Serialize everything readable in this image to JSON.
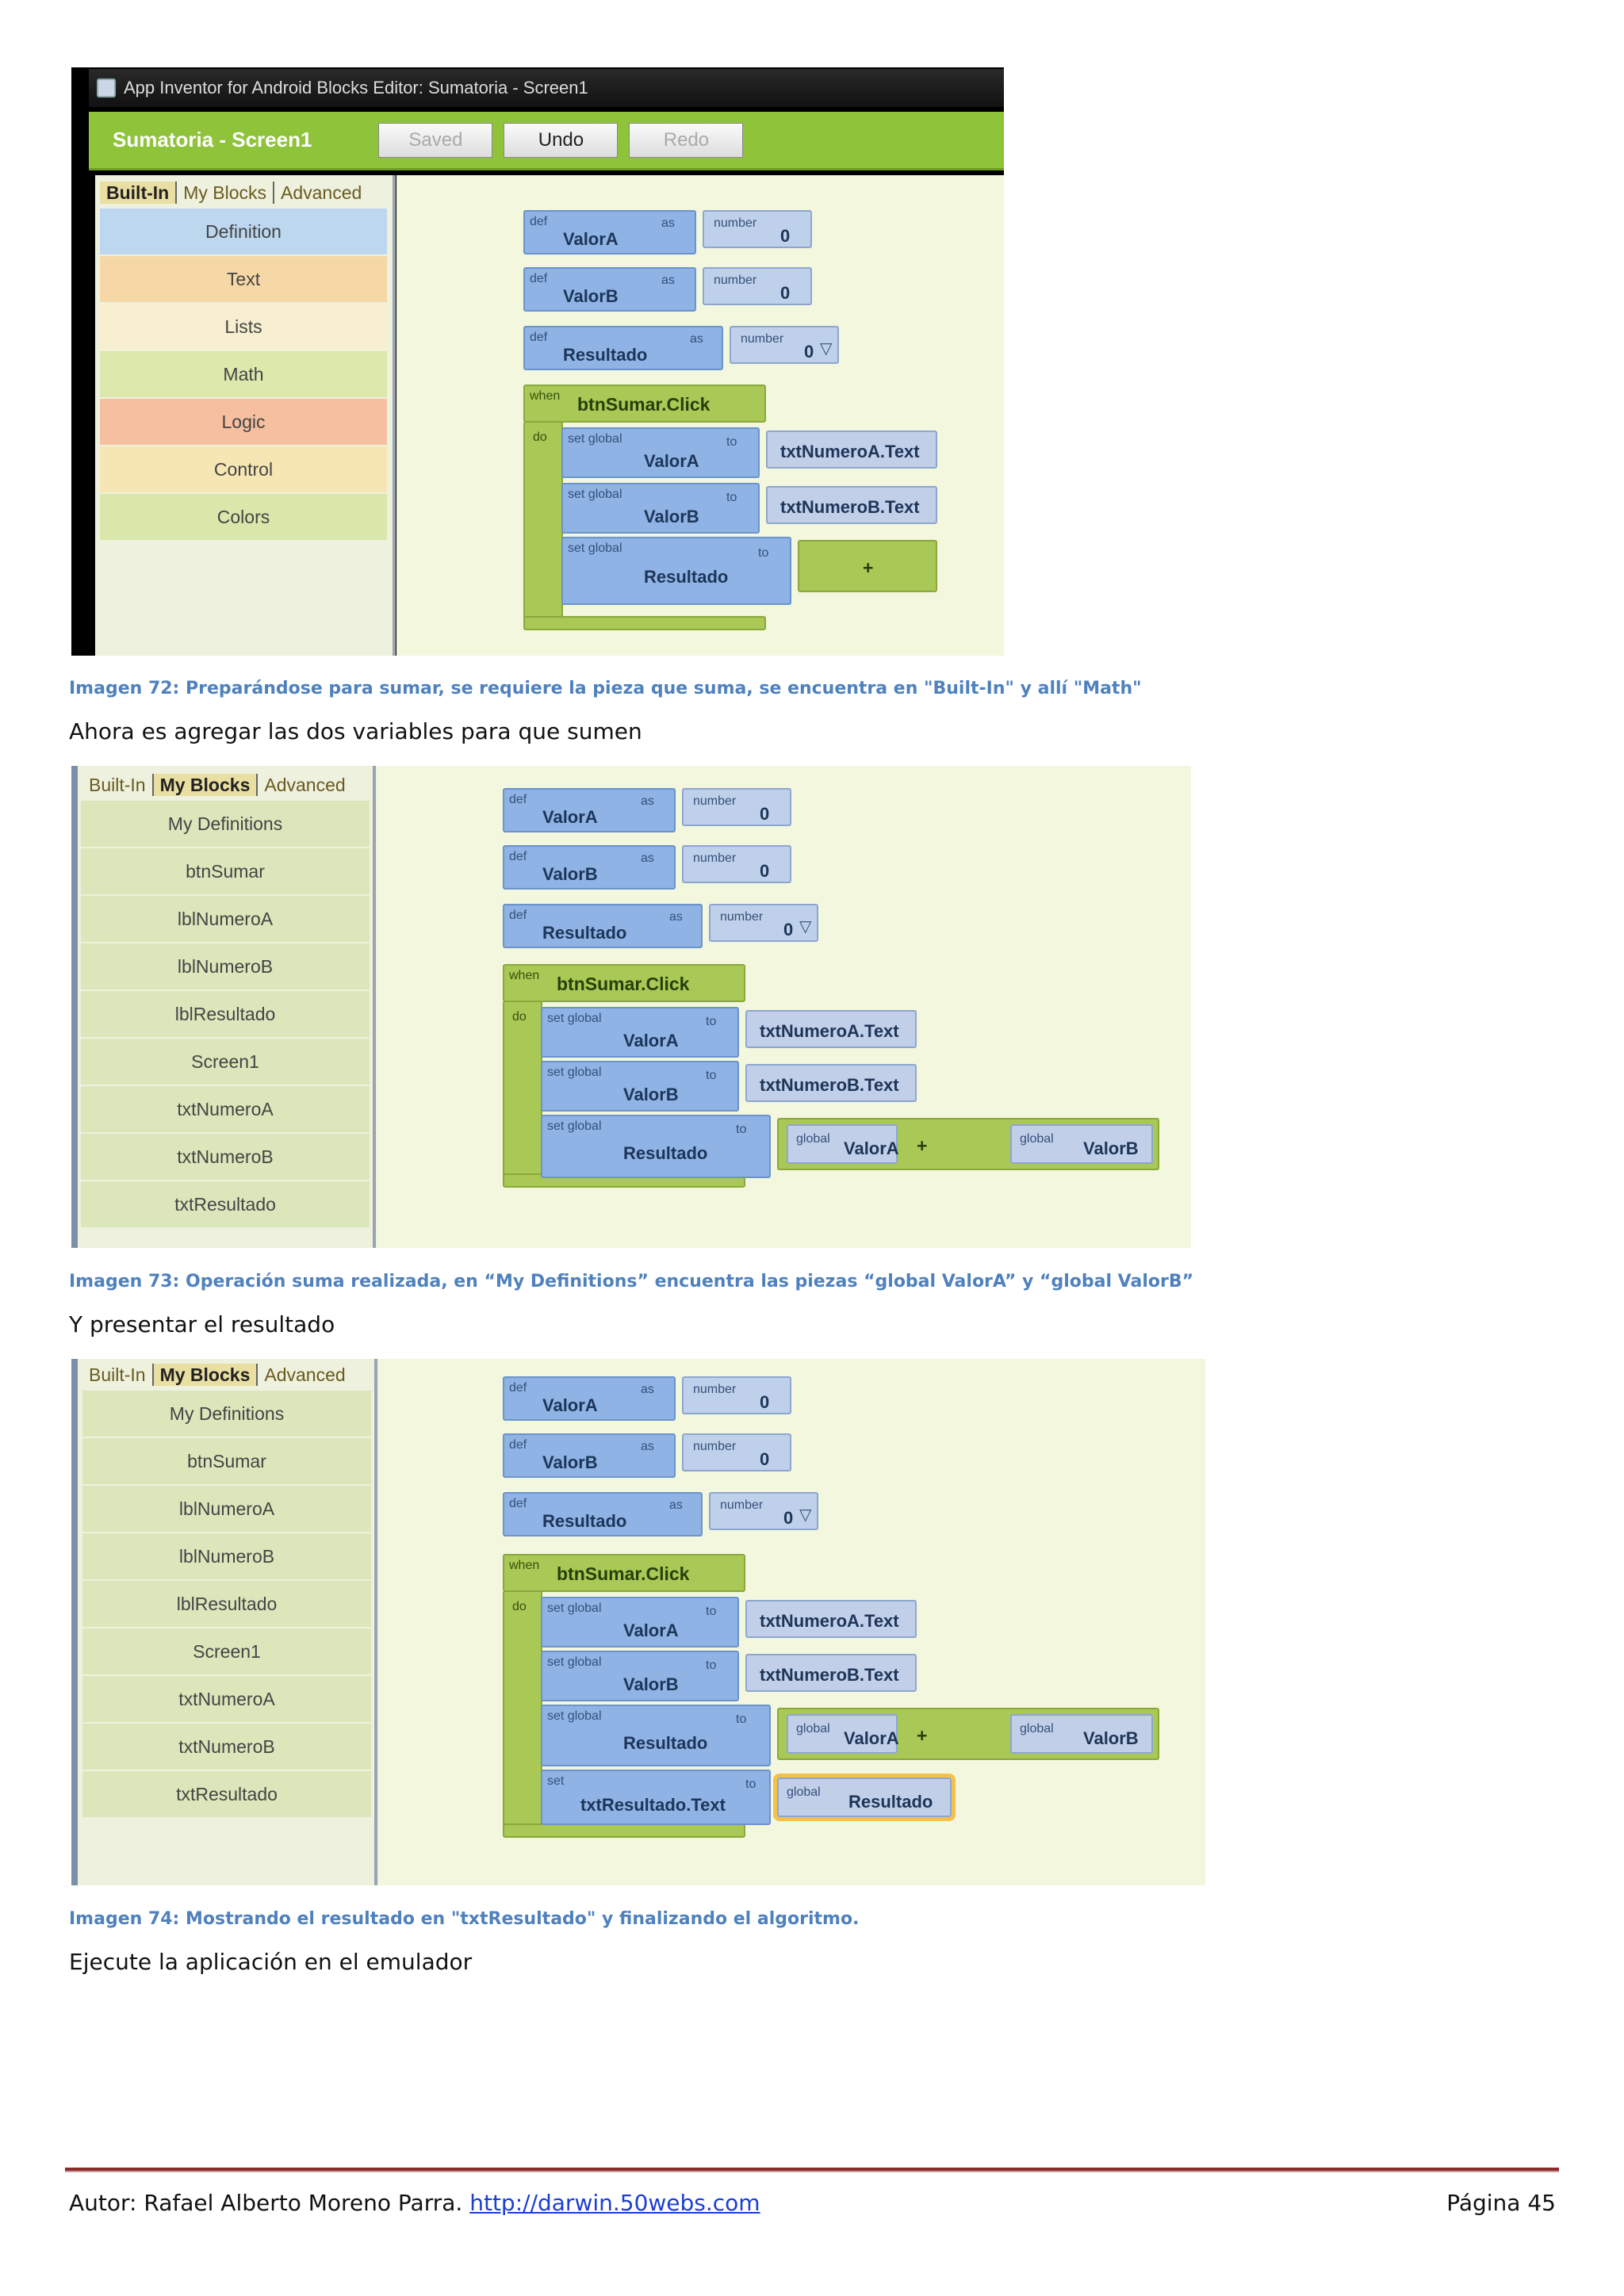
{
  "screens": {
    "s1": {
      "window_title": "App Inventor for Android Blocks Editor: Sumatoria - Screen1",
      "project_title": "Sumatoria - Screen1",
      "buttons": [
        "Saved",
        "Undo",
        "Redo"
      ],
      "tabs": [
        "Built-In",
        "My Blocks",
        "Advanced"
      ],
      "categories": [
        "Definition",
        "Text",
        "Lists",
        "Math",
        "Logic",
        "Control",
        "Colors"
      ],
      "plus": "+"
    },
    "mb": {
      "tabs": [
        "Built-In",
        "My Blocks",
        "Advanced"
      ],
      "items": [
        "My Definitions",
        "btnSumar",
        "lblNumeroA",
        "lblNumeroB",
        "lblResultado",
        "Screen1",
        "txtNumeroA",
        "txtNumeroB",
        "txtResultado"
      ],
      "plus": "+"
    },
    "blocks": {
      "def": "def",
      "as": "as",
      "number": "number",
      "zero": "0",
      "valorA": "ValorA",
      "valorB": "ValorB",
      "resultado": "Resultado",
      "when": "when",
      "do": "do",
      "event": "btnSumar.Click",
      "set_global": "set global",
      "set": "set",
      "to": "to",
      "txtA": "txtNumeroA.Text",
      "txtB": "txtNumeroB.Text",
      "global": "global",
      "txtRes": "txtResultado.Text"
    }
  },
  "captions": {
    "c72": "Imagen 72: Preparándose para sumar, se requiere la pieza que suma, se encuentra en \"Built-In\" y allí \"Math\"",
    "c73": "Imagen 73: Operación suma realizada, en “My Definitions” encuentra las piezas “global ValorA” y “global ValorB”",
    "c74": "Imagen 74: Mostrando el resultado en \"txtResultado\" y finalizando el algoritmo."
  },
  "paragraphs": {
    "p1": "Ahora es agregar las dos variables para que sumen",
    "p2": "Y presentar el resultado",
    "p3": "Ejecute la aplicación en el emulador"
  },
  "footer": {
    "author": "Autor: Rafael Alberto Moreno Parra.",
    "link": "http://darwin.50webs.com",
    "page": "Página 45"
  },
  "colors": {
    "caption": "#4f81bd",
    "app_green": "#8fc33a",
    "footer_rule": "#8b2c2c"
  }
}
